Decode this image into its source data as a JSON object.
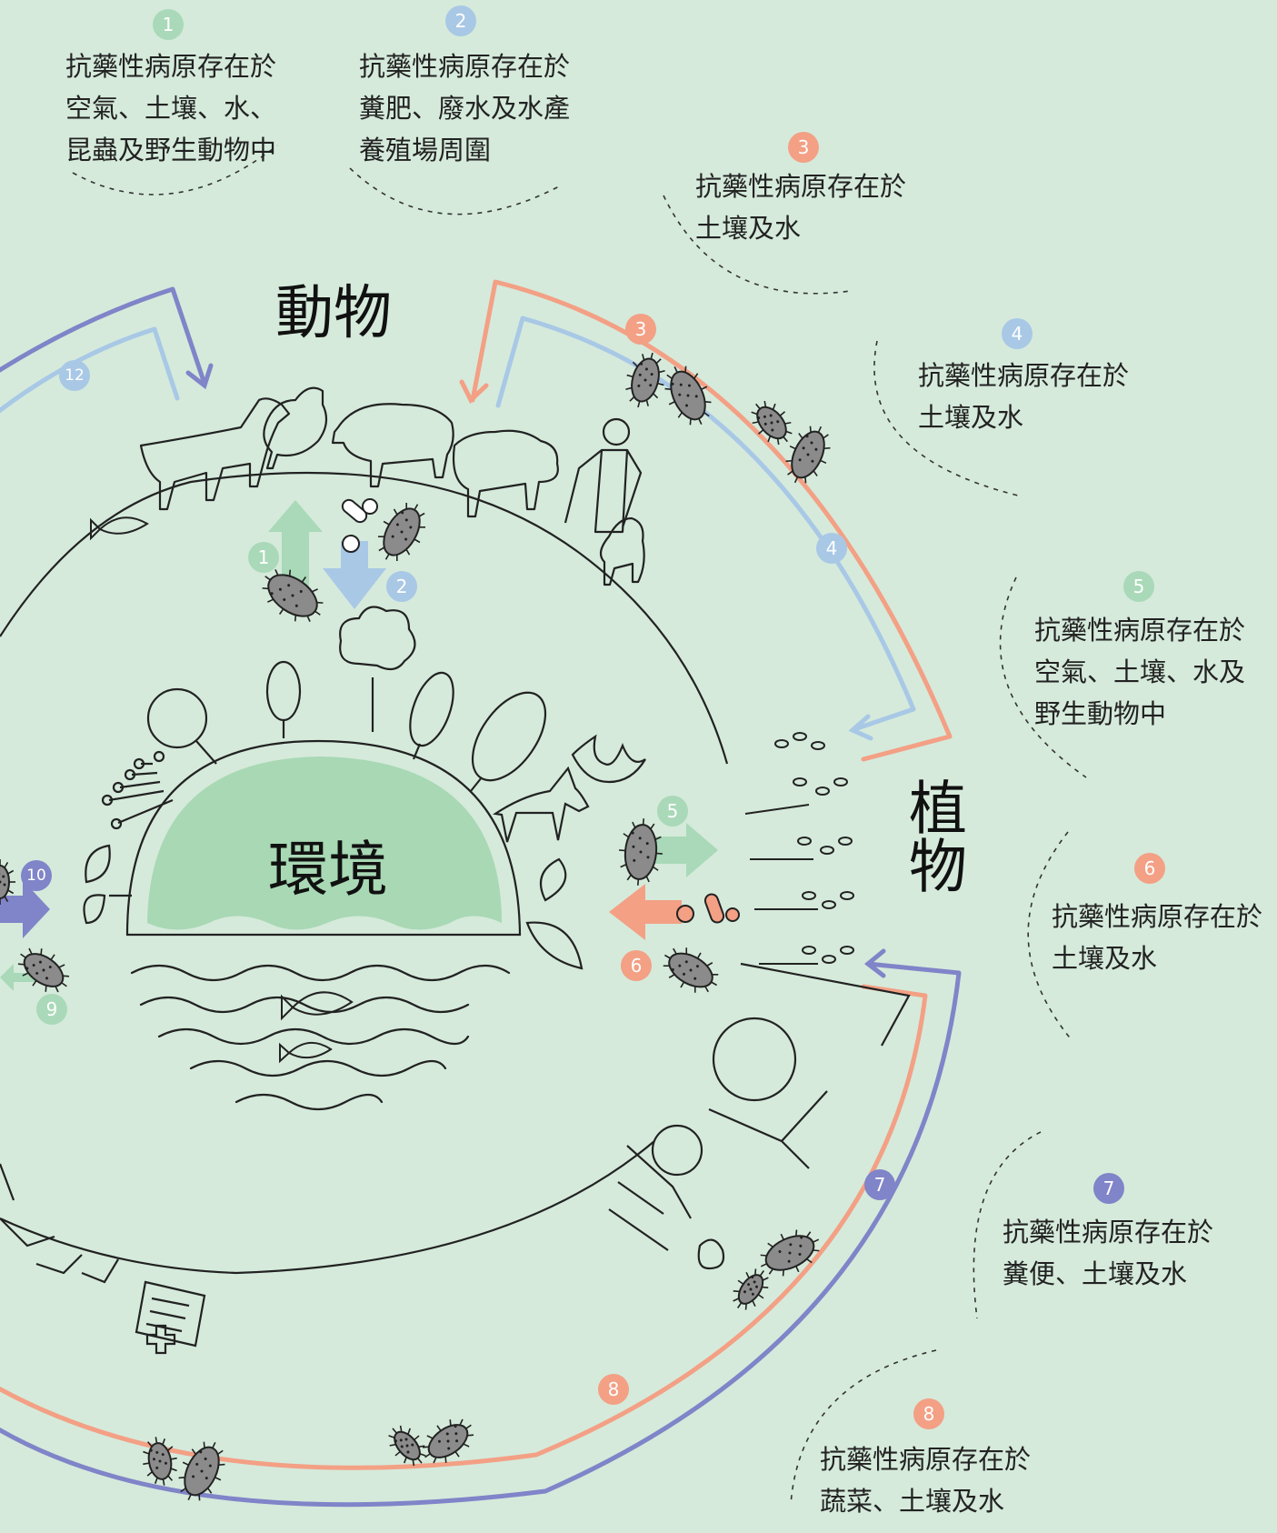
{
  "colors": {
    "background": "#d5eadb",
    "green": "#a9d9b8",
    "blue": "#a8c8e6",
    "orange": "#f3a085",
    "purple": "#8084c8",
    "earth": "#a8d8b4",
    "line": "#222222",
    "bacterium": "#8b8b8b"
  },
  "headings": {
    "animals": "動物",
    "plants": "植物",
    "environment": "環境"
  },
  "notes": [
    {
      "num": "1",
      "color": "green",
      "lines": [
        "抗藥性病原存在於",
        "空氣、土壤、水、",
        "昆蟲及野生動物中"
      ]
    },
    {
      "num": "2",
      "color": "blue",
      "lines": [
        "抗藥性病原存在於",
        "糞肥、廢水及水產",
        "養殖場周圍"
      ]
    },
    {
      "num": "3",
      "color": "orange",
      "lines": [
        "抗藥性病原存在於",
        "土壤及水"
      ]
    },
    {
      "num": "4",
      "color": "blue",
      "lines": [
        "抗藥性病原存在於",
        "土壤及水"
      ]
    },
    {
      "num": "5",
      "color": "green",
      "lines": [
        "抗藥性病原存在於",
        "空氣、土壤、水及",
        "野生動物中"
      ]
    },
    {
      "num": "6",
      "color": "orange",
      "lines": [
        "抗藥性病原存在於",
        "土壤及水"
      ]
    },
    {
      "num": "7",
      "color": "purple",
      "lines": [
        "抗藥性病原存在於",
        "糞便、土壤及水"
      ]
    },
    {
      "num": "8",
      "color": "orange",
      "lines": [
        "抗藥性病原存在於",
        "蔬菜、土壤及水"
      ]
    }
  ],
  "path_markers": [
    "3",
    "4",
    "7",
    "8",
    "12"
  ],
  "flow_markers": [
    "1",
    "2",
    "5",
    "6",
    "9",
    "10"
  ],
  "icons": [
    "cow-icon",
    "chicken-icon",
    "pig-icon",
    "sheep-icon",
    "farmer-icon",
    "dog-icon",
    "fish-icon",
    "tree-icon",
    "deer-icon",
    "bat-icon",
    "leaf-icon",
    "wheat-icon",
    "person-icon",
    "pill-icon",
    "bacterium-icon",
    "wave-icon",
    "hospital-icon"
  ]
}
